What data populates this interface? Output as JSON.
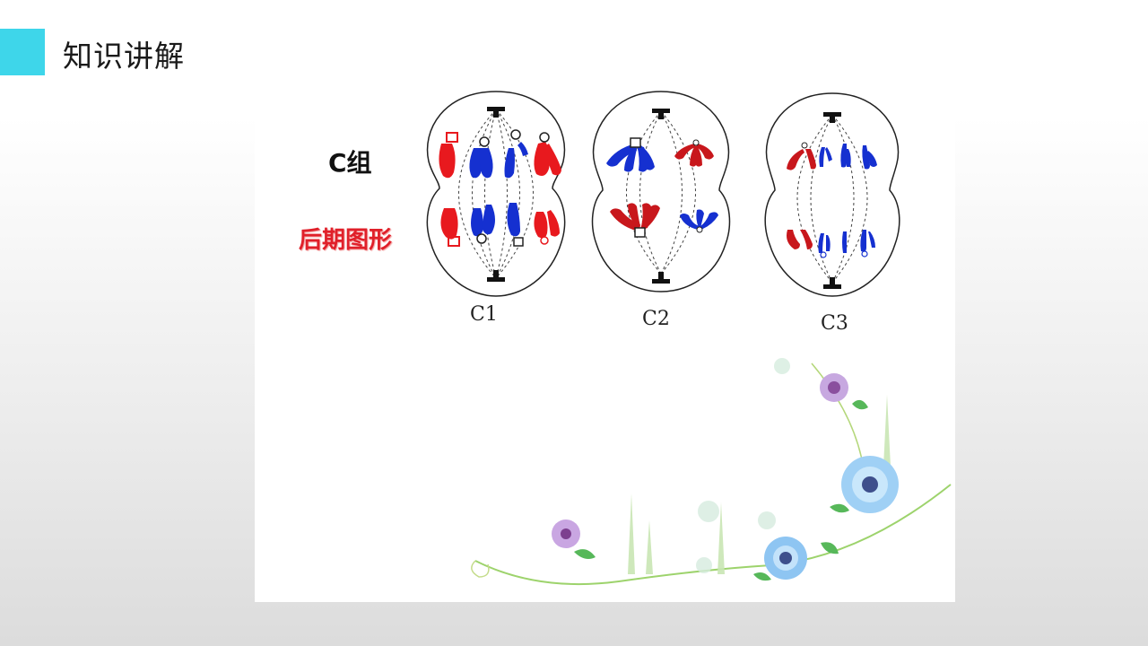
{
  "header": {
    "title": "知识讲解",
    "accent_color": "#3ed6ea"
  },
  "labels": {
    "group": "C组",
    "stage": "后期图形",
    "stage_color": "#e0202a"
  },
  "cells": [
    {
      "caption": "C1"
    },
    {
      "caption": "C2"
    },
    {
      "caption": "C3"
    }
  ],
  "colors": {
    "red_chromosome": "#e8191e",
    "blue_chromosome": "#1530d0"
  },
  "decoration": {
    "flower_icon": "flower-vine-icon"
  }
}
